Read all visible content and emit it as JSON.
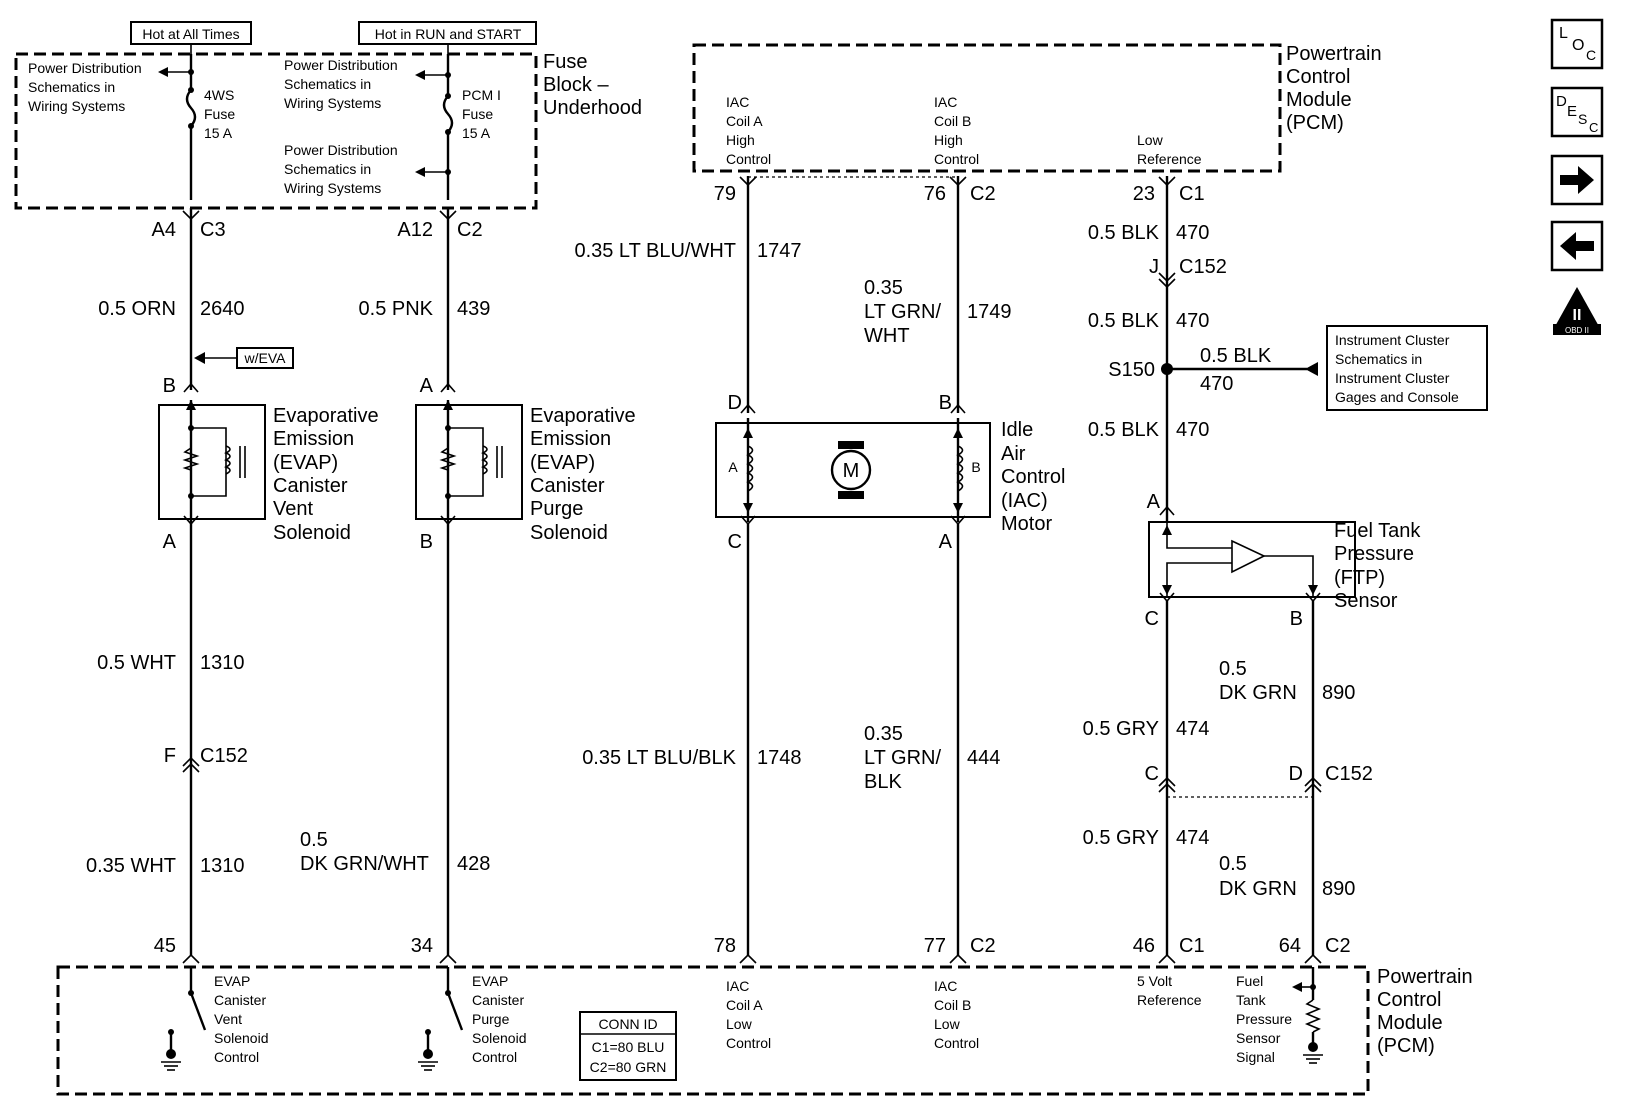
{
  "title_labels": {
    "hot_at_all_times": "Hot at All Times",
    "hot_in_run_start": "Hot in RUN and START"
  },
  "fuse_block": {
    "name": [
      "Fuse",
      "Block –",
      "Underhood"
    ],
    "left_ref": [
      "Power Distribution",
      "Schematics in",
      "Wiring Systems"
    ],
    "mid_ref_top": [
      "Power Distribution",
      "Schematics in",
      "Wiring Systems"
    ],
    "mid_ref_bottom": [
      "Power Distribution",
      "Schematics in",
      "Wiring Systems"
    ],
    "fuse1": [
      "4WS",
      "Fuse",
      "15 A"
    ],
    "fuse2": [
      "PCM I",
      "Fuse",
      "15 A"
    ]
  },
  "pcm_top": {
    "name": [
      "Powertrain",
      "Control",
      "Module",
      "(PCM)"
    ],
    "iac_a": [
      "IAC",
      "Coil A",
      "High",
      "Control"
    ],
    "iac_b": [
      "IAC",
      "Coil B",
      "High",
      "Control"
    ],
    "low_ref": [
      "Low",
      "Reference"
    ]
  },
  "pins": {
    "p79": "79",
    "p76": "76",
    "c2a": "C2",
    "p23": "23",
    "c1a": "C1",
    "a4": "A4",
    "c3": "C3",
    "a12": "A12",
    "c2b": "C2",
    "j": "J",
    "c152a": "C152",
    "s150": "S150",
    "b1": "B",
    "a1": "A",
    "a2": "A",
    "b2": "B",
    "d1": "D",
    "b3": "B",
    "c3p": "C",
    "a3": "A",
    "a4p": "A",
    "c4": "C",
    "b4": "B",
    "f": "F",
    "c152b": "C152",
    "c5": "C",
    "d5": "D",
    "c152c": "C152",
    "p45": "45",
    "p34": "34",
    "p78": "78",
    "p77": "77",
    "c2c": "C2",
    "p46": "46",
    "c1b": "C1",
    "p64": "64",
    "c2d": "C2"
  },
  "wires": {
    "w2640": [
      "0.5 ORN",
      "2640"
    ],
    "w439": [
      "0.5 PNK",
      "439"
    ],
    "w1747": [
      "0.35 LT BLU/WHT",
      "1747"
    ],
    "w1749": [
      "0.35",
      "LT GRN/",
      "WHT",
      "1749"
    ],
    "w470a": [
      "0.5 BLK",
      "470"
    ],
    "w470b": [
      "0.5 BLK",
      "470"
    ],
    "w470c": [
      "0.5 BLK",
      "470"
    ],
    "w470d": [
      "0.5 BLK",
      "470"
    ],
    "w1310a": [
      "0.5 WHT",
      "1310"
    ],
    "w1310b": [
      "0.35 WHT",
      "1310"
    ],
    "w428": [
      "0.5",
      "DK GRN/WHT",
      "428"
    ],
    "w1748": [
      "0.35 LT BLU/BLK",
      "1748"
    ],
    "w444": [
      "0.35",
      "LT GRN/",
      "BLK",
      "444"
    ],
    "w474a": [
      "0.5 GRY",
      "474"
    ],
    "w474b": [
      "0.5 GRY",
      "474"
    ],
    "w890a": [
      "0.5",
      "DK GRN",
      "890"
    ],
    "w890b": [
      "0.5",
      "DK GRN",
      "890"
    ]
  },
  "option_label": "w/EVA",
  "instrument_ref": [
    "Instrument Cluster",
    "Schematics in",
    "Instrument Cluster",
    "Gages and Console"
  ],
  "components": {
    "vent": [
      "Evaporative",
      "Emission",
      "(EVAP)",
      "Canister",
      "Vent",
      "Solenoid"
    ],
    "purge": [
      "Evaporative",
      "Emission",
      "(EVAP)",
      "Canister",
      "Purge",
      "Solenoid"
    ],
    "iac": [
      "Idle",
      "Air",
      "Control",
      "(IAC)",
      "Motor"
    ],
    "iac_coil_a": "A",
    "iac_coil_b": "B",
    "motor": "M",
    "ftp": [
      "Fuel Tank",
      "Pressure",
      "(FTP)",
      "Sensor"
    ]
  },
  "pcm_bottom": {
    "name": [
      "Powertrain",
      "Control",
      "Module",
      "(PCM)"
    ],
    "vent_ctrl": [
      "EVAP",
      "Canister",
      "Vent",
      "Solenoid",
      "Control"
    ],
    "purge_ctrl": [
      "EVAP",
      "Canister",
      "Purge",
      "Solenoid",
      "Control"
    ],
    "iac_a_low": [
      "IAC",
      "Coil A",
      "Low",
      "Control"
    ],
    "iac_b_low": [
      "IAC",
      "Coil B",
      "Low",
      "Control"
    ],
    "five_volt": [
      "5 Volt",
      "Reference"
    ],
    "ftp_sig": [
      "Fuel",
      "Tank",
      "Pressure",
      "Sensor",
      "Signal"
    ]
  },
  "conn_id": [
    "CONN ID",
    "C1=80 BLU",
    "C2=80 GRN"
  ],
  "nav": {
    "loc": [
      "L",
      "O",
      "C"
    ],
    "desc": [
      "D",
      "E",
      "S",
      "C"
    ],
    "obd": [
      "II",
      "OBD II"
    ]
  }
}
